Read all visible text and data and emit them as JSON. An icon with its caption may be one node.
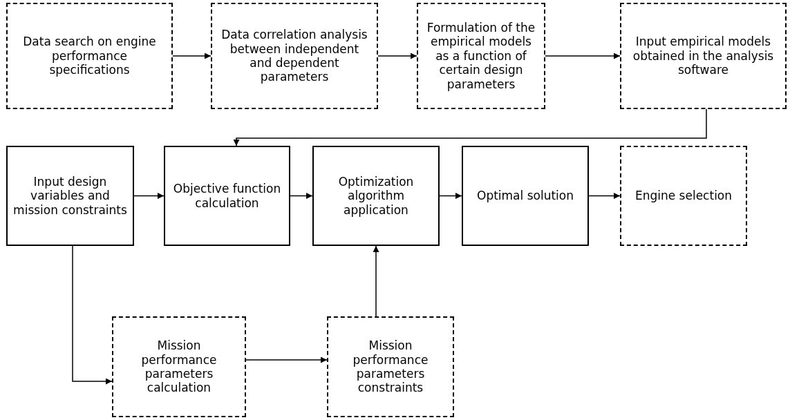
{
  "diagram": {
    "nodes": [
      {
        "text": [
          "Data search on engine performance specifications"
        ]
      },
      {
        "text": [
          "Data correlation analysis between independent and dependent parameters"
        ]
      },
      {
        "text": [
          "Formulation of the empirical models as a function of certain design parameters"
        ]
      },
      {
        "text": [
          "Input empirical models obtained in the analysis software"
        ]
      },
      {
        "text": [
          "Input design variables and mission constraints"
        ]
      },
      {
        "text": [
          "Objective function calculation"
        ]
      },
      {
        "text": [
          "Optimization algorithm application"
        ]
      },
      {
        "text": [
          "Optimal solution"
        ]
      },
      {
        "text": [
          "Engine selection"
        ]
      },
      {
        "text": [
          "Mission performance parameters calculation"
        ]
      },
      {
        "text": [
          "Mission performance parameters constraints"
        ]
      }
    ],
    "edges": [
      {
        "from": 0,
        "to": 1,
        "arrow": "to"
      },
      {
        "from": 1,
        "to": 2,
        "arrow": "to"
      },
      {
        "from": 2,
        "to": 3,
        "arrow": "to"
      },
      {
        "from": 3,
        "to": 5,
        "arrow": "to"
      },
      {
        "from": 4,
        "to": 5,
        "arrow": "to"
      },
      {
        "from": 5,
        "to": 6,
        "arrow": "to"
      },
      {
        "from": 6,
        "to": 7,
        "arrow": "to"
      },
      {
        "from": 7,
        "to": 8,
        "arrow": "to"
      },
      {
        "from": 4,
        "to": 9,
        "arrow": "to"
      },
      {
        "from": 9,
        "to": 10,
        "arrow": "to"
      },
      {
        "from": 10,
        "to": 6,
        "arrow": "to"
      }
    ]
  }
}
